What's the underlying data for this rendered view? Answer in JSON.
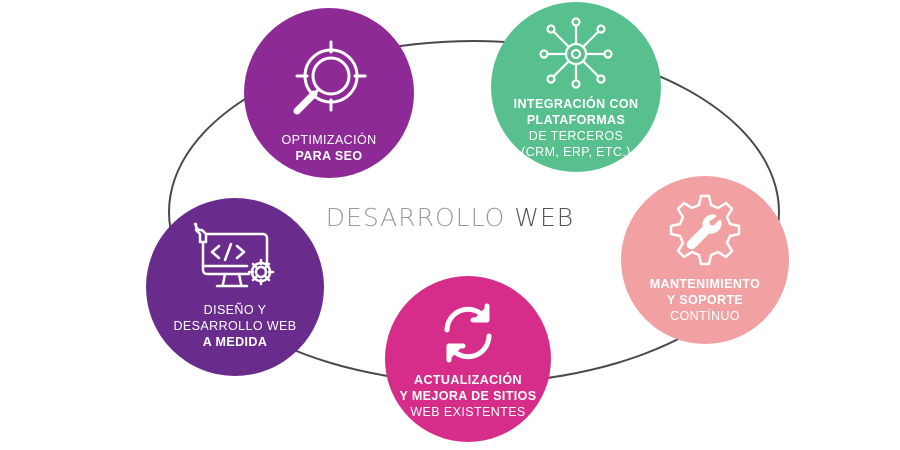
{
  "center": {
    "title_light": "DESARROLLO",
    "title_strong": "WEB"
  },
  "nodes": {
    "seo": {
      "line1": "OPTIMIZACIÓN",
      "line2": "PARA SEO",
      "color": "#8e2a96",
      "icon": "magnifier-target-icon"
    },
    "integracion": {
      "line1": "INTEGRACIÓN CON",
      "line2": "PLATAFORMAS",
      "line3": "DE TERCEROS",
      "line4": "(CRM, ERP, ETC.)",
      "color": "#57c08e",
      "icon": "network-gear-icon"
    },
    "mantenimiento": {
      "line1": "MANTENIMIENTO",
      "line2": "Y SOPORTE",
      "line3": "CONTÍNUO",
      "color": "#f2a1a3",
      "icon": "gear-wrench-icon"
    },
    "actualizacion": {
      "line1": "ACTUALIZACIÓN",
      "line2": "Y MEJORA DE SITIOS",
      "line3": "WEB EXISTENTES",
      "color": "#d52d89",
      "icon": "refresh-arrows-icon"
    },
    "diseno": {
      "line1": "DISEÑO Y",
      "line2": "DESARROLLO WEB",
      "line3": "A MEDIDA",
      "color": "#6a2c8c",
      "icon": "monitor-code-icon"
    }
  }
}
